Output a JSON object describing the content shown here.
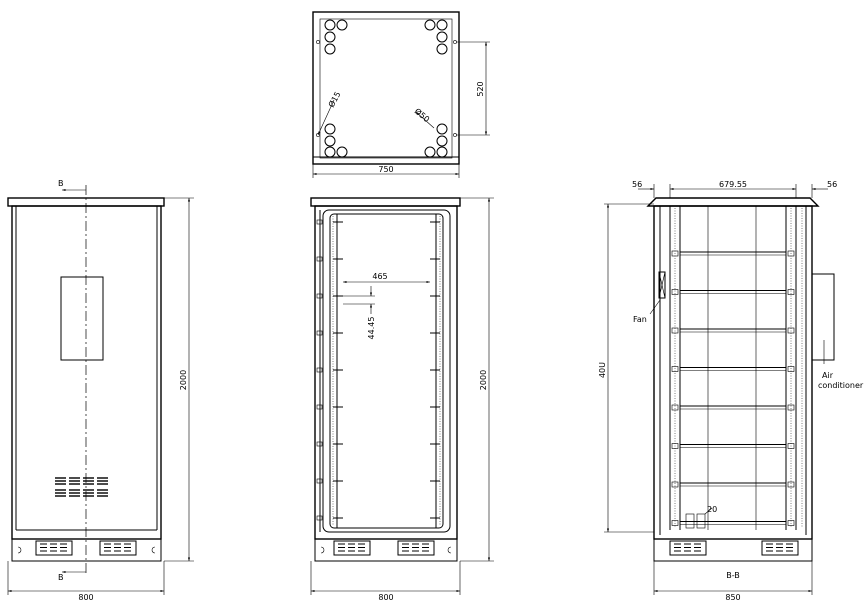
{
  "top_view": {
    "width_label": "750",
    "depth_label": "520",
    "hole_small_label": "Ø15",
    "hole_large_label": "Ø50"
  },
  "left_view": {
    "height_label": "2000",
    "width_label": "800",
    "section_top_label": "B",
    "section_bottom_label": "B"
  },
  "front_view": {
    "height_label": "2000",
    "width_label": "800",
    "rail_spacing_label": "465",
    "pitch_label": "44.45"
  },
  "section_view": {
    "height_label": "40U",
    "inner_width_label": "679.55",
    "left_offset_label": "56",
    "right_offset_label": "56",
    "bottom_gap_label": "20",
    "width_label": "850",
    "section_name": "B-B",
    "fan_label": "Fan",
    "aircon_label_line1": "Air",
    "aircon_label_line2": "conditioner"
  }
}
